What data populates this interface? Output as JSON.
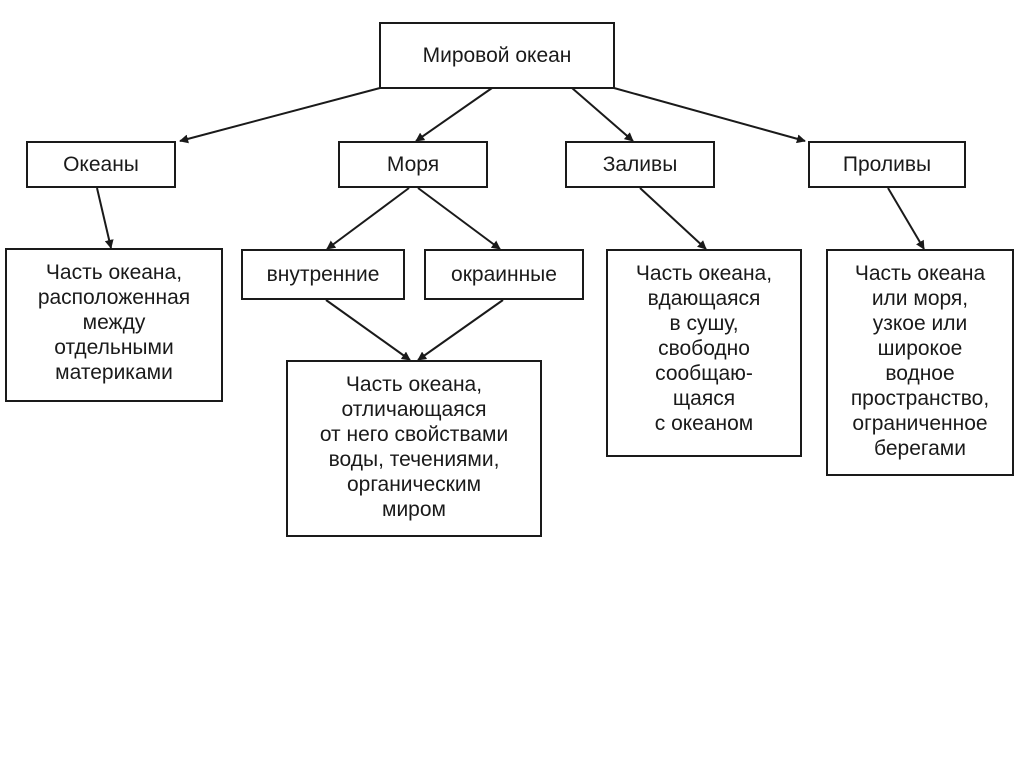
{
  "root": {
    "label": "Мировой океан"
  },
  "categories": {
    "oceans": "Океаны",
    "seas": "Моря",
    "bays": "Заливы",
    "straits": "Проливы"
  },
  "sea_types": {
    "inner": "внутренние",
    "marginal": "окраинные"
  },
  "definitions": {
    "oceans": [
      "Часть океана,",
      "расположенная",
      "между",
      "отдельными",
      "материками"
    ],
    "seas": [
      "Часть океана,",
      "отличающаяся",
      "от него свойствами",
      "воды, течениями,",
      "органическим",
      "миром"
    ],
    "bays": [
      "Часть океана,",
      "вдающаяся",
      "в сушу,",
      "свободно",
      "сообщаю-",
      "щаяся",
      "с океаном"
    ],
    "straits": [
      "Часть океана",
      "или моря,",
      "узкое или",
      "широкое",
      "водное",
      "пространство,",
      "ограниченное",
      "берегами"
    ]
  },
  "colors": {
    "line": "#1a1a1a",
    "background": "#ffffff"
  }
}
